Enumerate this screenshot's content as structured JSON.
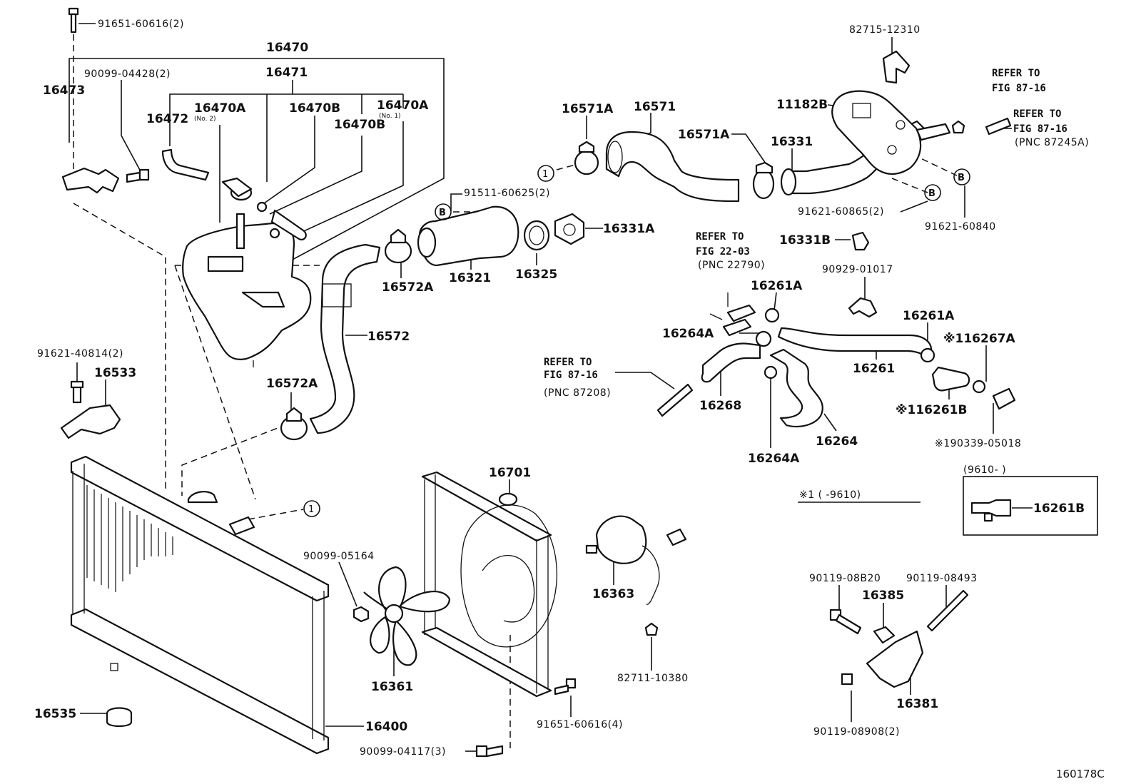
{
  "diagram": {
    "figure_code": "160178C",
    "labels": {
      "p91651_60616_2": "91651-60616(2)",
      "p16470": "16470",
      "p90099_04428_2": "90099-04428(2)",
      "p16471": "16471",
      "p16473": "16473",
      "p16470A_no2": "16470A",
      "no2": "(No. 2)",
      "p16470B_a": "16470B",
      "p16470A_no1": "16470A",
      "no1": "(No. 1)",
      "p16472": "16472",
      "p16470B_b": "16470B",
      "p91621_40814_2": "91621-40814(2)",
      "p16533": "16533",
      "p16572A_top": "16572A",
      "p16572": "16572",
      "p16572A_bot": "16572A",
      "p91511_60625_2": "91511-60625(2)",
      "p16321": "16321",
      "p16325": "16325",
      "p16331A": "16331A",
      "p16571A_left": "16571A",
      "p16571": "16571",
      "p16571A_right": "16571A",
      "p16331": "16331",
      "p11182B": "11182B",
      "p82715_12310": "82715-12310",
      "refer_to_1": "REFER TO",
      "fig_87_16_1": "FIG 87-16",
      "refer_to_2": "REFER TO",
      "fig_87_16_2": "FIG 87-16",
      "pnc_87245A": "(PNC 87245A)",
      "p91621_60865_2": "91621-60865(2)",
      "p91621_60840": "91621-60840",
      "p16331B": "16331B",
      "refer_to_3": "REFER TO",
      "fig_22_03": "FIG 22-03",
      "pnc_22790": "(PNC 22790)",
      "p90929_01017": "90929-01017",
      "p16261A_top": "16261A",
      "p16264A_top": "16264A",
      "p16261A_right": "16261A",
      "p16267A": "※116267A",
      "p16261": "16261",
      "refer_to_4": "REFER TO",
      "fig_87_16_3": "FIG 87-16",
      "pnc_87208": "(PNC 87208)",
      "p16268": "16268",
      "p16261B": "※116261B",
      "p16264": "16264",
      "p90339_05018": "※190339-05018",
      "p16264A_bot": "16264A",
      "inset_range": "(9610-        )",
      "inset_part": "16261B",
      "note_1": "※1 (      -9610)",
      "p16701": "16701",
      "p90099_05164": "90099-05164",
      "p16363": "16363",
      "p16361": "16361",
      "p82711_10380": "82711-10380",
      "p91651_60616_4": "91651-60616(4)",
      "p16535": "16535",
      "p16400": "16400",
      "p90099_04117_3": "90099-04117(3)",
      "p90119_08B20": "90119-08B20",
      "p16385": "16385",
      "p90119_08493": "90119-08493",
      "p16381": "16381",
      "p90119_08908_2": "90119-08908(2)",
      "ref_marker_1": "1",
      "ref_marker_B": "B"
    }
  }
}
